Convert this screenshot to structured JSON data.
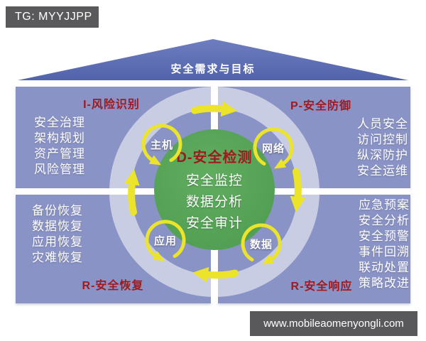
{
  "watermark": {
    "tg": "TG: MYYJJPP",
    "website": "www.mobileaomenyongli.com"
  },
  "roof": {
    "label": "安全需求与目标"
  },
  "center": {
    "title": "D-安全检测",
    "lines": [
      "安全监控",
      "数据分析",
      "安全审计"
    ]
  },
  "nodes": {
    "host": "主机",
    "network": "网络",
    "app": "应用",
    "data": "数据"
  },
  "quadrants": {
    "tl": {
      "title": "I-风险识别",
      "items": [
        "安全治理",
        "架构规划",
        "资产管理",
        "风险管理"
      ]
    },
    "tr": {
      "title": "P-安全防御",
      "items": [
        "人员安全",
        "访问控制",
        "纵深防护",
        "安全运维"
      ]
    },
    "bl": {
      "title": "R-安全恢复",
      "items": [
        "备份恢复",
        "数据恢复",
        "应用恢复",
        "灾难恢复"
      ]
    },
    "br": {
      "title": "R-安全响应",
      "items": [
        "应急预案",
        "安全分析",
        "安全预警",
        "事件回溯",
        "联动处置",
        "策略改进"
      ]
    }
  },
  "icons": {
    "cycle_arrows": "clockwise-cycle-arrows",
    "node_circles": "circular-arrow-badges"
  },
  "colors": {
    "roof": "#5a6ab1",
    "panel": "#8a93c6",
    "ring": "#c9cde3",
    "green": "#55a658",
    "yellow": "#ece32b",
    "darkred": "#9e1a1f",
    "graybox": "#59595b"
  }
}
